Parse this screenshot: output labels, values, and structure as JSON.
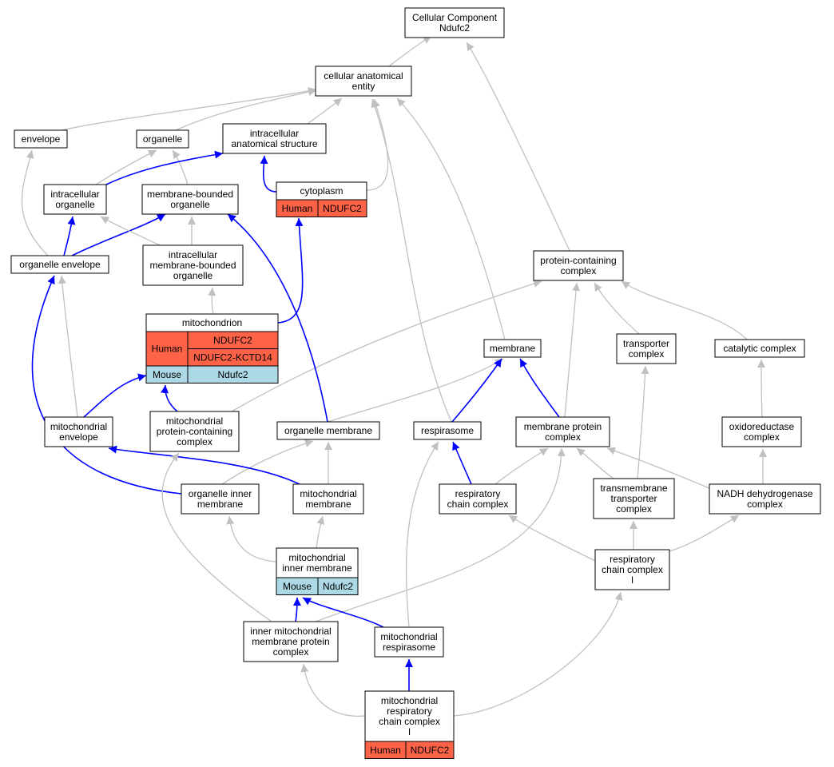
{
  "colors": {
    "human": "#ff6347",
    "mouse": "#add8e6",
    "edge_gray": "#c0c0c0",
    "edge_blue": "#0000ff",
    "node_border": "#000000"
  },
  "nodes": {
    "cellular_component": {
      "lines": [
        "Cellular Component",
        "Ndufc2"
      ]
    },
    "cellular_anatomical_entity": {
      "lines": [
        "cellular anatomical",
        "entity"
      ]
    },
    "envelope": {
      "lines": [
        "envelope"
      ]
    },
    "organelle": {
      "lines": [
        "organelle"
      ]
    },
    "intracellular_anatomical_structure": {
      "lines": [
        "intracellular",
        "anatomical structure"
      ]
    },
    "intracellular_organelle": {
      "lines": [
        "intracellular",
        "organelle"
      ]
    },
    "membrane_bounded_organelle": {
      "lines": [
        "membrane-bounded",
        "organelle"
      ]
    },
    "cytoplasm": {
      "lines": [
        "cytoplasm"
      ],
      "rows": [
        {
          "species": "Human",
          "genes": [
            "NDUFC2"
          ]
        }
      ]
    },
    "organelle_envelope": {
      "lines": [
        "organelle envelope"
      ]
    },
    "intracellular_mb_organelle": {
      "lines": [
        "intracellular",
        "membrane-bounded",
        "organelle"
      ]
    },
    "protein_containing_complex": {
      "lines": [
        "protein-containing",
        "complex"
      ]
    },
    "mitochondrion": {
      "lines": [
        "mitochondrion"
      ],
      "rows": [
        {
          "species": "Human",
          "genes": [
            "NDUFC2",
            "NDUFC2-KCTD14"
          ]
        },
        {
          "species": "Mouse",
          "genes": [
            "Ndufc2"
          ]
        }
      ]
    },
    "membrane": {
      "lines": [
        "membrane"
      ]
    },
    "transporter_complex": {
      "lines": [
        "transporter",
        "complex"
      ]
    },
    "catalytic_complex": {
      "lines": [
        "catalytic complex"
      ]
    },
    "mitochondrial_envelope": {
      "lines": [
        "mitochondrial",
        "envelope"
      ]
    },
    "mito_protein_containing_complex": {
      "lines": [
        "mitochondrial",
        "protein-containing",
        "complex"
      ]
    },
    "organelle_membrane": {
      "lines": [
        "organelle membrane"
      ]
    },
    "respirasome": {
      "lines": [
        "respirasome"
      ]
    },
    "membrane_protein_complex": {
      "lines": [
        "membrane protein",
        "complex"
      ]
    },
    "oxidoreductase_complex": {
      "lines": [
        "oxidoreductase",
        "complex"
      ]
    },
    "organelle_inner_membrane": {
      "lines": [
        "organelle inner",
        "membrane"
      ]
    },
    "mitochondrial_membrane": {
      "lines": [
        "mitochondrial",
        "membrane"
      ]
    },
    "respiratory_chain_complex": {
      "lines": [
        "respiratory",
        "chain complex"
      ]
    },
    "transmembrane_transporter_complex": {
      "lines": [
        "transmembrane",
        "transporter",
        "complex"
      ]
    },
    "nadh_dehydrogenase_complex": {
      "lines": [
        "NADH dehydrogenase",
        "complex"
      ]
    },
    "mito_inner_membrane": {
      "lines": [
        "mitochondrial",
        "inner membrane"
      ],
      "rows": [
        {
          "species": "Mouse",
          "genes": [
            "Ndufc2"
          ]
        }
      ]
    },
    "respiratory_chain_complex_i": {
      "lines": [
        "respiratory",
        "chain complex",
        "I"
      ]
    },
    "inner_mito_membrane_protein_complex": {
      "lines": [
        "inner mitochondrial",
        "membrane protein",
        "complex"
      ]
    },
    "mito_respirasome": {
      "lines": [
        "mitochondrial",
        "respirasome"
      ]
    },
    "mito_respiratory_chain_complex_i": {
      "lines": [
        "mitochondrial",
        "respiratory",
        "chain complex",
        "I"
      ],
      "rows": [
        {
          "species": "Human",
          "genes": [
            "NDUFC2"
          ]
        }
      ]
    }
  },
  "edges": [
    {
      "from": "cellular_anatomical_entity",
      "to": "cellular_component",
      "type": "is_a"
    },
    {
      "from": "protein_containing_complex",
      "to": "cellular_component",
      "type": "is_a"
    },
    {
      "from": "envelope",
      "to": "cellular_anatomical_entity",
      "type": "is_a"
    },
    {
      "from": "organelle",
      "to": "cellular_anatomical_entity",
      "type": "is_a"
    },
    {
      "from": "intracellular_anatomical_structure",
      "to": "cellular_anatomical_entity",
      "type": "is_a"
    },
    {
      "from": "cytoplasm",
      "to": "cellular_anatomical_entity",
      "type": "is_a"
    },
    {
      "from": "respirasome",
      "to": "cellular_anatomical_entity",
      "type": "is_a"
    },
    {
      "from": "membrane",
      "to": "cellular_anatomical_entity",
      "type": "is_a"
    },
    {
      "from": "intracellular_organelle",
      "to": "organelle",
      "type": "is_a"
    },
    {
      "from": "membrane_bounded_organelle",
      "to": "organelle",
      "type": "is_a"
    },
    {
      "from": "intracellular_organelle",
      "to": "intracellular_anatomical_structure",
      "type": "part_of"
    },
    {
      "from": "cytoplasm",
      "to": "intracellular_anatomical_structure",
      "type": "part_of"
    },
    {
      "from": "organelle_envelope",
      "to": "envelope",
      "type": "is_a"
    },
    {
      "from": "organelle_envelope",
      "to": "intracellular_organelle",
      "type": "part_of"
    },
    {
      "from": "organelle_envelope",
      "to": "membrane_bounded_organelle",
      "type": "part_of"
    },
    {
      "from": "intracellular_mb_organelle",
      "to": "intracellular_organelle",
      "type": "is_a"
    },
    {
      "from": "intracellular_mb_organelle",
      "to": "membrane_bounded_organelle",
      "type": "is_a"
    },
    {
      "from": "mitochondrion",
      "to": "intracellular_mb_organelle",
      "type": "is_a"
    },
    {
      "from": "mitochondrion",
      "to": "cytoplasm",
      "type": "part_of"
    },
    {
      "from": "mitochondrial_envelope",
      "to": "organelle_envelope",
      "type": "is_a"
    },
    {
      "from": "mitochondrial_envelope",
      "to": "mitochondrion",
      "type": "part_of"
    },
    {
      "from": "mito_protein_containing_complex",
      "to": "protein_containing_complex",
      "type": "is_a"
    },
    {
      "from": "mito_protein_containing_complex",
      "to": "mitochondrion",
      "type": "part_of"
    },
    {
      "from": "organelle_membrane",
      "to": "membrane",
      "type": "is_a"
    },
    {
      "from": "organelle_membrane",
      "to": "membrane_bounded_organelle",
      "type": "part_of"
    },
    {
      "from": "respirasome",
      "to": "membrane",
      "type": "part_of"
    },
    {
      "from": "membrane_protein_complex",
      "to": "membrane",
      "type": "part_of"
    },
    {
      "from": "membrane_protein_complex",
      "to": "protein_containing_complex",
      "type": "is_a"
    },
    {
      "from": "transporter_complex",
      "to": "protein_containing_complex",
      "type": "is_a"
    },
    {
      "from": "catalytic_complex",
      "to": "protein_containing_complex",
      "type": "is_a"
    },
    {
      "from": "oxidoreductase_complex",
      "to": "catalytic_complex",
      "type": "is_a"
    },
    {
      "from": "organelle_inner_membrane",
      "to": "organelle_membrane",
      "type": "is_a"
    },
    {
      "from": "organelle_inner_membrane",
      "to": "organelle_envelope",
      "type": "part_of"
    },
    {
      "from": "mitochondrial_membrane",
      "to": "organelle_membrane",
      "type": "is_a"
    },
    {
      "from": "mitochondrial_membrane",
      "to": "mitochondrial_envelope",
      "type": "part_of"
    },
    {
      "from": "respiratory_chain_complex",
      "to": "membrane_protein_complex",
      "type": "is_a"
    },
    {
      "from": "respiratory_chain_complex",
      "to": "respirasome",
      "type": "part_of"
    },
    {
      "from": "transmembrane_transporter_complex",
      "to": "membrane_protein_complex",
      "type": "is_a"
    },
    {
      "from": "transmembrane_transporter_complex",
      "to": "transporter_complex",
      "type": "is_a"
    },
    {
      "from": "nadh_dehydrogenase_complex",
      "to": "oxidoreductase_complex",
      "type": "is_a"
    },
    {
      "from": "nadh_dehydrogenase_complex",
      "to": "membrane_protein_complex",
      "type": "is_a"
    },
    {
      "from": "mito_inner_membrane",
      "to": "organelle_inner_membrane",
      "type": "is_a"
    },
    {
      "from": "mito_inner_membrane",
      "to": "mitochondrial_membrane",
      "type": "is_a"
    },
    {
      "from": "respiratory_chain_complex_i",
      "to": "respiratory_chain_complex",
      "type": "is_a"
    },
    {
      "from": "respiratory_chain_complex_i",
      "to": "transmembrane_transporter_complex",
      "type": "is_a"
    },
    {
      "from": "respiratory_chain_complex_i",
      "to": "nadh_dehydrogenase_complex",
      "type": "is_a"
    },
    {
      "from": "inner_mito_membrane_protein_complex",
      "to": "mito_protein_containing_complex",
      "type": "is_a"
    },
    {
      "from": "inner_mito_membrane_protein_complex",
      "to": "membrane_protein_complex",
      "type": "is_a"
    },
    {
      "from": "inner_mito_membrane_protein_complex",
      "to": "mito_inner_membrane",
      "type": "part_of"
    },
    {
      "from": "mito_respirasome",
      "to": "respirasome",
      "type": "is_a"
    },
    {
      "from": "mito_respirasome",
      "to": "mito_inner_membrane",
      "type": "part_of"
    },
    {
      "from": "mito_respiratory_chain_complex_i",
      "to": "inner_mito_membrane_protein_complex",
      "type": "is_a"
    },
    {
      "from": "mito_respiratory_chain_complex_i",
      "to": "respiratory_chain_complex_i",
      "type": "is_a"
    },
    {
      "from": "mito_respiratory_chain_complex_i",
      "to": "mito_respirasome",
      "type": "part_of"
    }
  ]
}
